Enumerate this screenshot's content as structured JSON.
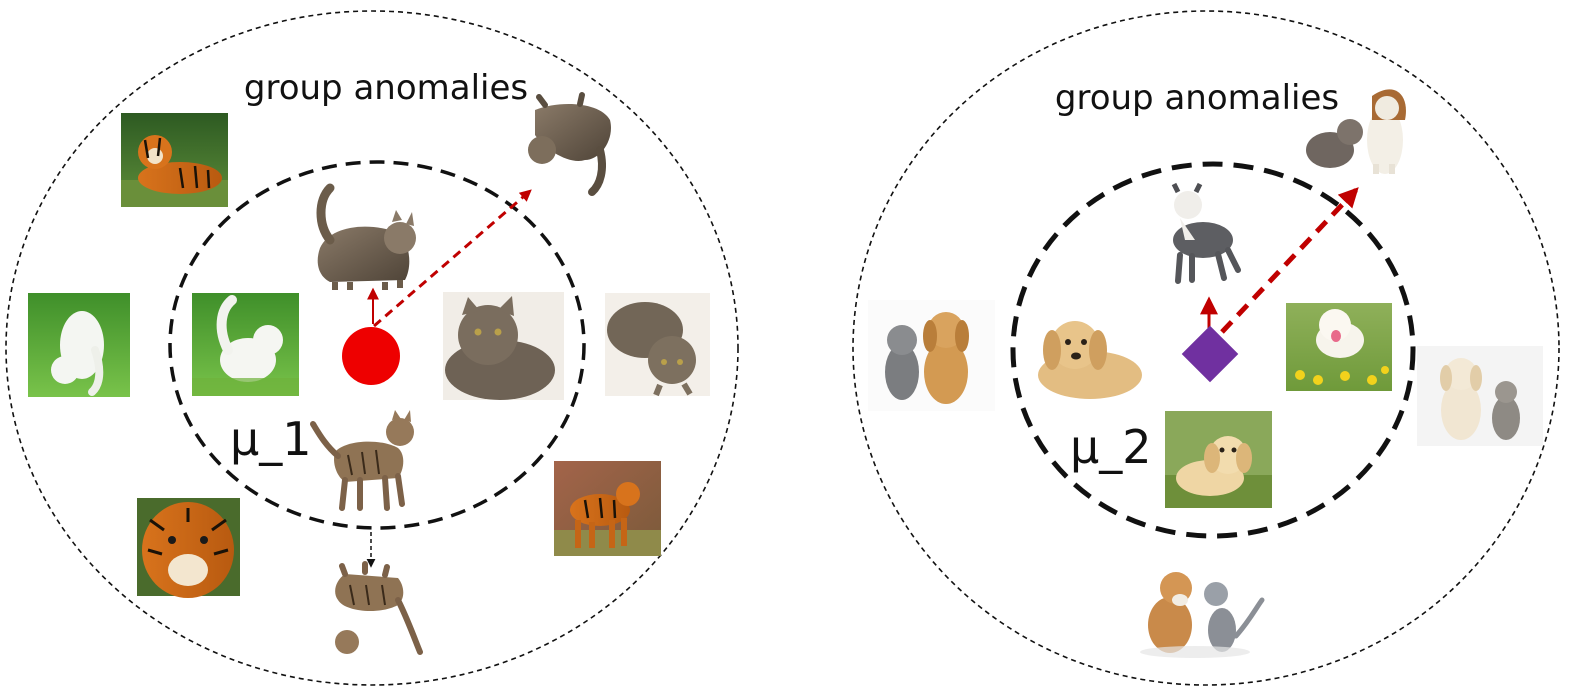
{
  "left_panel": {
    "title": "group anomalies",
    "mu_label": "μ_1",
    "center_marker": "red-circle",
    "center_color": "#ee0000",
    "arrow_color": "#c00000",
    "images_inner": [
      "standing-cat",
      "white-cat-on-grass",
      "fluffy-tabby-cat",
      "walking-tabby-cat"
    ],
    "images_outer": [
      "tiger-lying",
      "upside-down-cat",
      "white-cat-rotated",
      "rotated-fluffy-cat",
      "tiger-face",
      "tiger-standing",
      "upside-down-walking-cat"
    ]
  },
  "right_panel": {
    "title": "group anomalies",
    "mu_label": "μ_2",
    "center_marker": "purple-diamond",
    "center_color": "#7030a0",
    "arrow_color": "#c00000",
    "images_inner": [
      "pitbull-dog",
      "lying-puppy",
      "sitting-puppy-grass",
      "retriever-in-flowers"
    ],
    "images_outer": [
      "cat-and-collie",
      "kitten-and-puppy",
      "puppy-and-kitten",
      "bulldog-and-kitten"
    ]
  }
}
